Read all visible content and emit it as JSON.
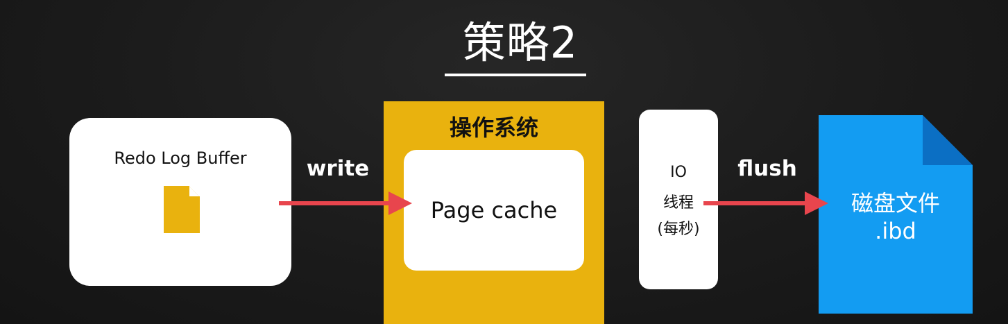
{
  "title": "策略2",
  "nodes": {
    "redo_log_buffer": {
      "label": "Redo Log Buffer"
    },
    "os": {
      "label": "操作系统"
    },
    "page_cache": {
      "label": "Page cache"
    },
    "io_thread": {
      "line1": "IO",
      "line2": "线程",
      "line3": "(每秒)"
    },
    "disk_file": {
      "line1": "磁盘文件",
      "line2": ".ibd"
    }
  },
  "edges": {
    "write": "write",
    "flush": "flush"
  },
  "colors": {
    "background": "#1b1b1b",
    "os_yellow": "#e9b20e",
    "arrow_red": "#e8454d",
    "disk_blue": "#139cf2",
    "disk_fold": "#0b6fc4"
  }
}
